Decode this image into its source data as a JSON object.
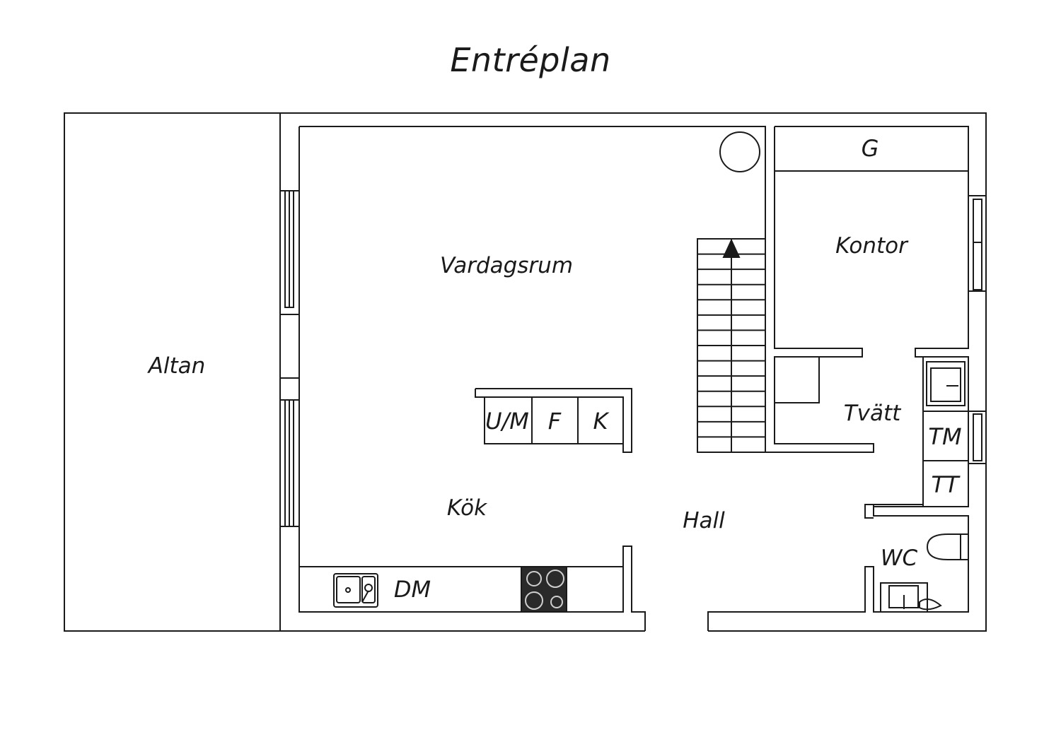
{
  "title": "Entréplan",
  "rooms": {
    "altan": "Altan",
    "vardagsrum": "Vardagsrum",
    "kok": "Kök",
    "hall": "Hall",
    "kontor": "Kontor",
    "tvatt": "Tvätt",
    "wc": "WC"
  },
  "fixtures": {
    "garderob": "G",
    "dishwasher": "DM",
    "tvattmaskin": "TM",
    "torktumlare": "TT",
    "island_um": "U/M",
    "island_f": "F",
    "island_k": "K"
  },
  "colors": {
    "line": "#1a1a1a",
    "stove": "#2a2a2a"
  }
}
